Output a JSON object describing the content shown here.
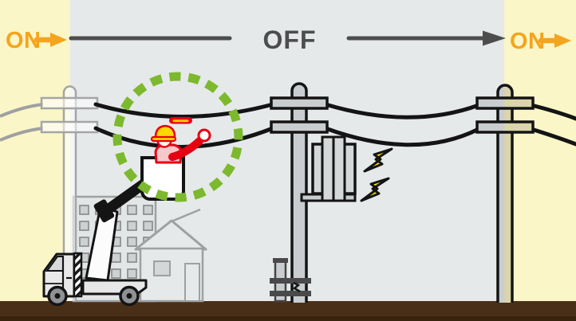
{
  "figure": {
    "labels": {
      "left_status": "ON",
      "center_status": "OFF",
      "right_status": "ON"
    }
  },
  "colors": {
    "on_zone_bg": "#FBF6C7",
    "off_zone_bg": "#E6E9EA",
    "accent_orange": "#F5A41E",
    "label_gray": "#4D4D4D",
    "wire_black": "#141414",
    "safety_green": "#7CB92E",
    "alert_red": "#E60012",
    "helmet_yellow": "#FFD800",
    "lightning_yellow": "#FFE500",
    "tool_stripe": "#FFC800",
    "pole_gray": "#C9CDCF",
    "pole_gray_on_zone": "#DAD5AA",
    "ground_brown": "#4A2F18",
    "ground_brown_dark": "#38230F",
    "structure_gray": "#9EA0A2",
    "truck_body_gray": "#E8E8E8"
  },
  "scene_elements": [
    "on-zone-left",
    "off-zone",
    "on-zone-right",
    "power-flow-banner",
    "power-pole-left",
    "power-pole-center",
    "power-pole-right",
    "power-lines",
    "transformer",
    "lightning-bolts",
    "apartment-building",
    "house",
    "bucket-truck",
    "aerial-bucket",
    "line-worker",
    "safety-highlight-ring",
    "wire-cover-tool",
    "ground"
  ]
}
